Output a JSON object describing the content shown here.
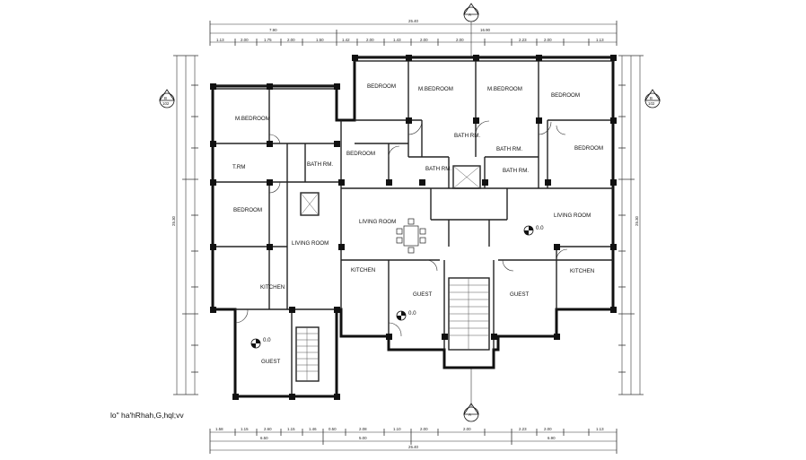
{
  "rooms": [
    {
      "id": "bedroom-top-1",
      "label": "BEDROOM"
    },
    {
      "id": "m-bedroom-top-2",
      "label": "M.BEDROOM"
    },
    {
      "id": "m-bedroom-top-3",
      "label": "M.BEDROOM"
    },
    {
      "id": "bedroom-top-right",
      "label": "BEDROOM"
    },
    {
      "id": "m-bedroom-left",
      "label": "M.BEDROOM"
    },
    {
      "id": "bedroom-left-mid",
      "label": "BEDROOM"
    },
    {
      "id": "bedroom-right-mid",
      "label": "BEDROOM"
    },
    {
      "id": "bedroom-left-lower",
      "label": "BEDROOM"
    },
    {
      "id": "bath-rm-top",
      "label": "BATH RM."
    },
    {
      "id": "bath-rm-mid-right",
      "label": "BATH RM."
    },
    {
      "id": "bath-rm-left",
      "label": "BATH RM."
    },
    {
      "id": "bath-rm-center",
      "label": "BATH RM."
    },
    {
      "id": "bath-rm-right",
      "label": "BATH RM."
    },
    {
      "id": "t-rm",
      "label": "T.RM"
    },
    {
      "id": "living-left",
      "label": "LIVING ROOM"
    },
    {
      "id": "living-center",
      "label": "LIVING ROOM"
    },
    {
      "id": "living-right",
      "label": "LIVING ROOM"
    },
    {
      "id": "kitchen-left",
      "label": "KITCHEN"
    },
    {
      "id": "kitchen-center",
      "label": "KITCHEN"
    },
    {
      "id": "kitchen-right",
      "label": "KITCHEN"
    },
    {
      "id": "guest-left",
      "label": "GUEST"
    },
    {
      "id": "guest-center",
      "label": "GUEST"
    },
    {
      "id": "guest-right",
      "label": "GUEST"
    }
  ],
  "levels": [
    "0.0",
    "0.0",
    "0.0"
  ],
  "top_dims": {
    "overall": "25.40",
    "left": "7.90",
    "right": "16.90"
  },
  "bottom_dims": {
    "overall": "25.40",
    "left": "6.50",
    "mid": "5.00",
    "right": "6.90"
  },
  "side_dims": {
    "left": "25.30",
    "right": "25.30"
  },
  "dim_labels_top": [
    "1.13",
    "2.00",
    "1.75",
    "2.00",
    "1.50",
    "1.42",
    "2.00",
    "1.43",
    "2.00",
    "2.00",
    "2.23",
    "2.00",
    "1.13"
  ],
  "dim_labels_bottom": [
    "1.58",
    "1.15",
    "2.60",
    "1.15",
    "1.46",
    "0.50",
    "2.08",
    "1.10",
    "2.00",
    "2.00",
    "2.23",
    "2.00",
    "1.13"
  ],
  "section_marks": {
    "top": "A",
    "bottom": "A",
    "left": "B",
    "right": "B",
    "code": "102"
  },
  "note_text": "lo\" ha'hRhah,G,hql;vv"
}
